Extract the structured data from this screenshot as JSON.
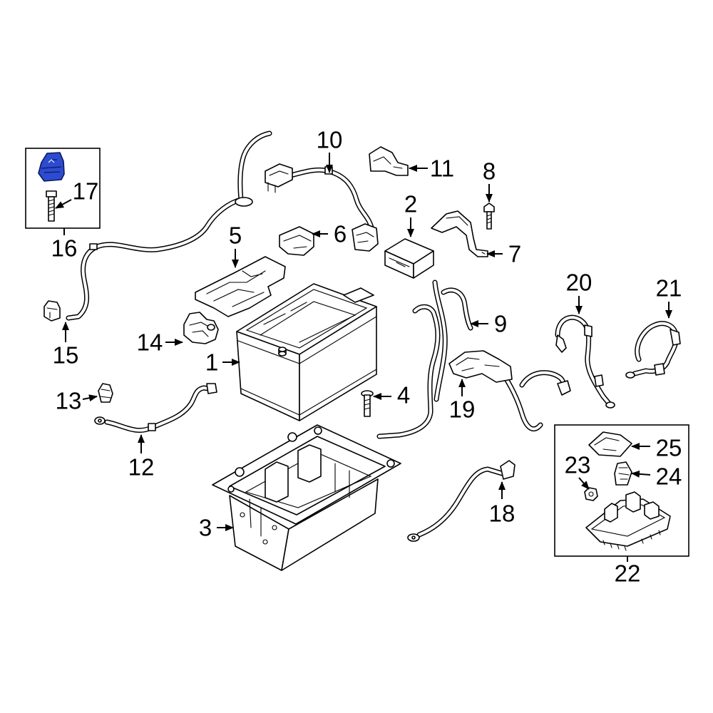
{
  "callouts": [
    "1",
    "2",
    "3",
    "4",
    "5",
    "6",
    "7",
    "8",
    "9",
    "10",
    "11",
    "12",
    "13",
    "14",
    "15",
    "16",
    "17",
    "18",
    "19",
    "20",
    "21",
    "22",
    "23",
    "24",
    "25"
  ],
  "colors": {
    "highlight": "#2d4bd0",
    "line": "#000000",
    "background": "#ffffff"
  }
}
